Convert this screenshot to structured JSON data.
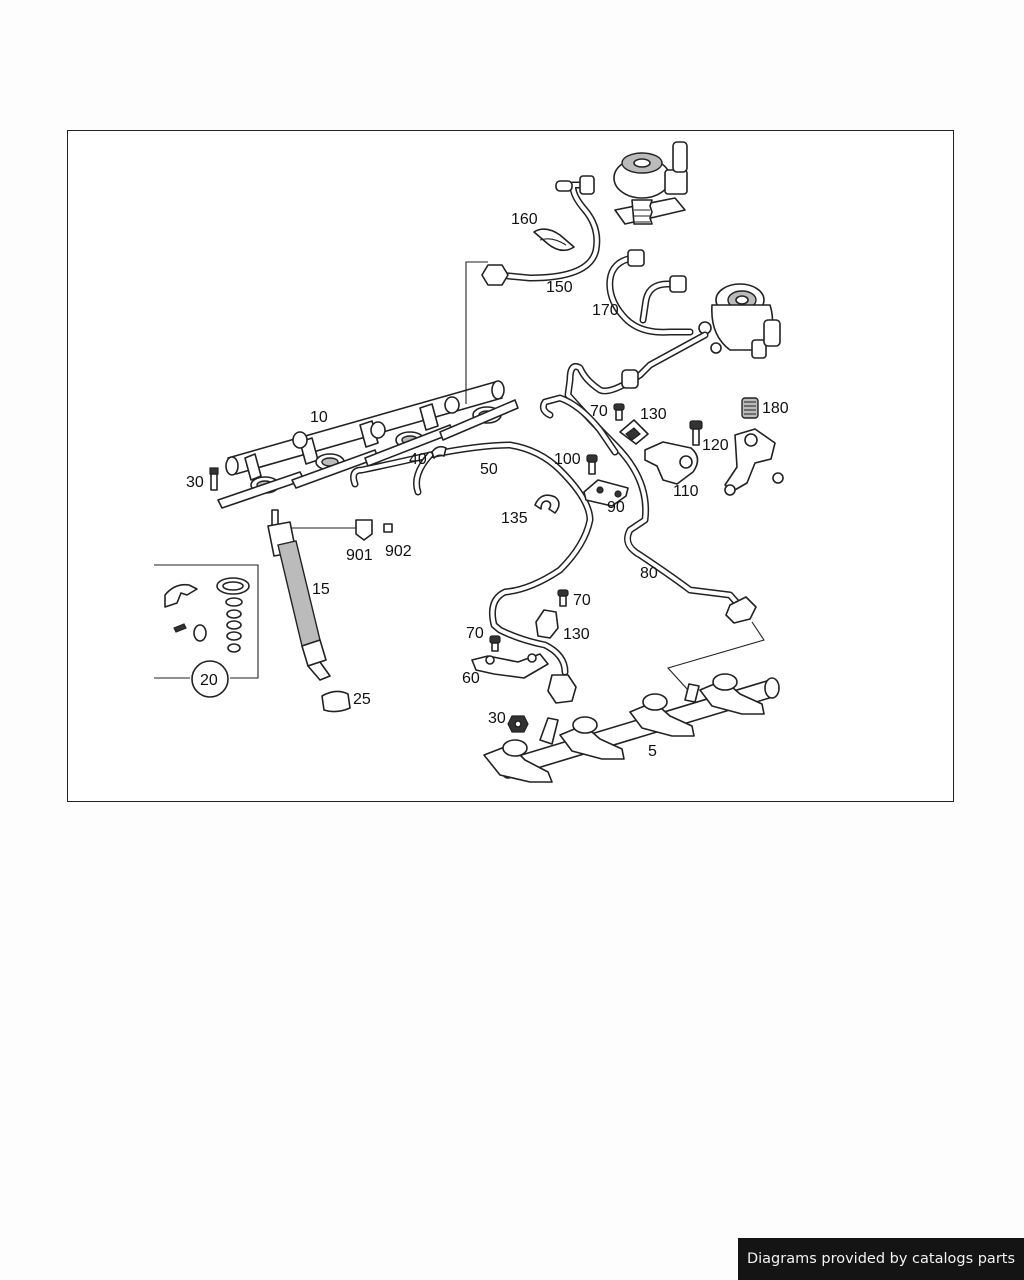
{
  "diagram": {
    "callouts": {
      "c5": "5",
      "c10": "10",
      "c15": "15",
      "c20": "20",
      "c25": "25",
      "c30a": "30",
      "c30b": "30",
      "c40": "40",
      "c50": "50",
      "c60": "60",
      "c70a": "70",
      "c70b": "70",
      "c70c": "70",
      "c80": "80",
      "c90": "90",
      "c100": "100",
      "c110": "110",
      "c120": "120",
      "c130a": "130",
      "c130b": "130",
      "c135": "135",
      "c150": "150",
      "c160": "160",
      "c170": "170",
      "c180": "180",
      "c901": "901",
      "c902": "902"
    }
  },
  "credit": {
    "text": "Diagrams provided by catalogs parts"
  }
}
